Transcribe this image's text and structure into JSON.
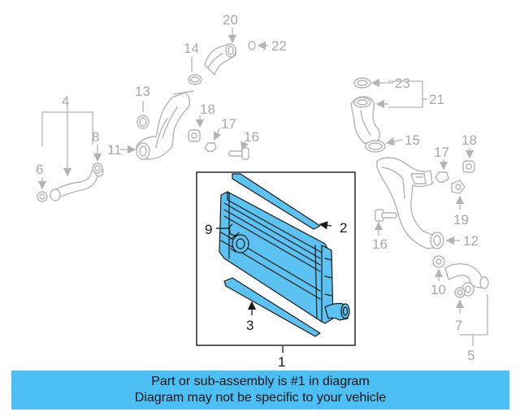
{
  "colors": {
    "highlight": "#5bc2f2",
    "banner": "#4cc0f5",
    "ghost_lines": "#b4b4b4",
    "callout_text": "#a9a9a9",
    "primary_lines": "#1a1a1a"
  },
  "callouts": {
    "c1": "1",
    "c2": "2",
    "c3": "3",
    "c4": "4",
    "c5": "5",
    "c6": "6",
    "c7": "7",
    "c8": "8",
    "c9": "9",
    "c10": "10",
    "c11": "11",
    "c12": "12",
    "c13": "13",
    "c14": "14",
    "c15": "15",
    "c16a": "16",
    "c16b": "16",
    "c17a": "17",
    "c17b": "17",
    "c18a": "18",
    "c18b": "18",
    "c19": "19",
    "c20": "20",
    "c21": "21",
    "c22": "22",
    "c23": "23"
  },
  "banner": {
    "line1": "Part or sub-assembly is #1 in diagram",
    "line2": "Diagram may not be specific to your vehicle"
  }
}
